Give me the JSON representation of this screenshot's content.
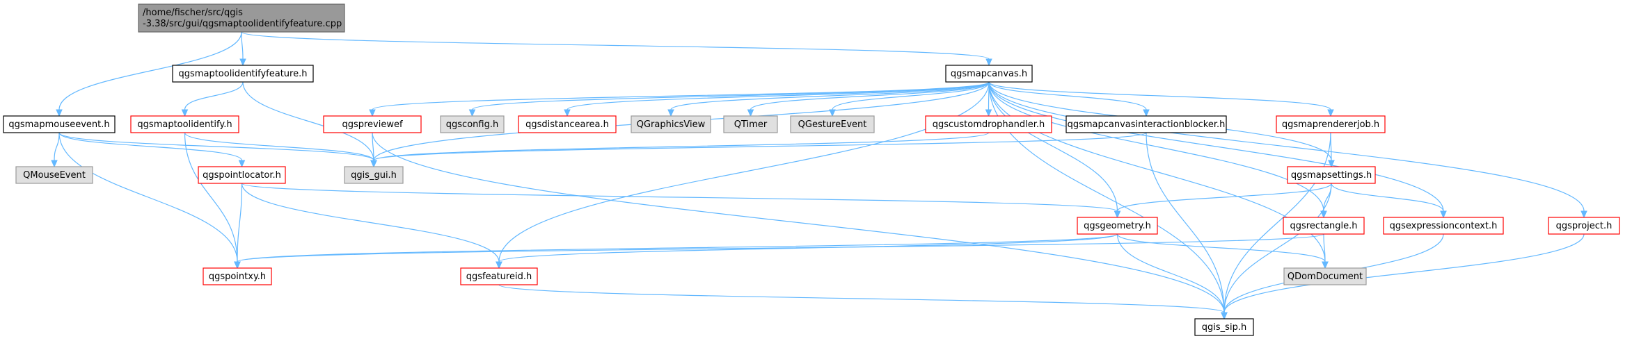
{
  "colors": {
    "root_fill": "#999999",
    "root_border": "#666666",
    "plain_border": "#000000",
    "red_border": "#ff0000",
    "external_fill": "#e0e0e0",
    "external_border": "#999999",
    "edge": "#63b8ff",
    "text": "#000000"
  },
  "nodes": [
    {
      "id": "root",
      "lines": [
        "/home/fischer/src/qgis",
        "-3.38/src/gui/qgsmaptoolidentifyfeature.cpp"
      ],
      "style": "root"
    },
    {
      "id": "qgsmaptoolidentifyfeature",
      "lines": [
        "qgsmaptoolidentifyfeature.h"
      ],
      "style": "plain"
    },
    {
      "id": "qgsmapcanvas",
      "lines": [
        "qgsmapcanvas.h"
      ],
      "style": "plain"
    },
    {
      "id": "qgsmapmouseevent",
      "lines": [
        "qgsmapmouseevent.h"
      ],
      "style": "plain"
    },
    {
      "id": "qgsmaptoolidentify",
      "lines": [
        "qgsmaptoolidentify.h"
      ],
      "style": "red"
    },
    {
      "id": "qgspreviewe",
      "lines": [
        "qgspreviewef"
      ],
      "style": "red"
    },
    {
      "id": "qgsconfig",
      "lines": [
        "qgsconfig.h"
      ],
      "style": "external"
    },
    {
      "id": "qgsdistancearea",
      "lines": [
        "qgsdistancearea.h"
      ],
      "style": "red"
    },
    {
      "id": "QGraphicsView",
      "lines": [
        "QGraphicsView"
      ],
      "style": "external"
    },
    {
      "id": "QTimer",
      "lines": [
        "QTimer"
      ],
      "style": "external"
    },
    {
      "id": "QGestureEvent",
      "lines": [
        "QGestureEvent"
      ],
      "style": "external"
    },
    {
      "id": "qgscustomdrophandler",
      "lines": [
        "qgscustomdrophandler.h"
      ],
      "style": "red"
    },
    {
      "id": "qgsmapcanvasinteractionblocker",
      "lines": [
        "qgsmapcanvasinteractionblocker.h"
      ],
      "style": "plain"
    },
    {
      "id": "qgsmaprendererjob",
      "lines": [
        "qgsmaprendererjob.h"
      ],
      "style": "red"
    },
    {
      "id": "QMouseEvent",
      "lines": [
        "QMouseEvent"
      ],
      "style": "external"
    },
    {
      "id": "qgis_gui",
      "lines": [
        "qgis_gui.h"
      ],
      "style": "external"
    },
    {
      "id": "qgspointlocator",
      "lines": [
        "qgspointlocator.h"
      ],
      "style": "red"
    },
    {
      "id": "qgsmapsettings",
      "lines": [
        "qgsmapsettings.h"
      ],
      "style": "red"
    },
    {
      "id": "qgsgeometry",
      "lines": [
        "qgsgeometry.h"
      ],
      "style": "red"
    },
    {
      "id": "qgsrectangle",
      "lines": [
        "qgsrectangle.h"
      ],
      "style": "red"
    },
    {
      "id": "qgsexpressioncontext",
      "lines": [
        "qgsexpressioncontext.h"
      ],
      "style": "red"
    },
    {
      "id": "qgsproject",
      "lines": [
        "qgsproject.h"
      ],
      "style": "red"
    },
    {
      "id": "qgspointxy",
      "lines": [
        "qgspointxy.h"
      ],
      "style": "red"
    },
    {
      "id": "qgsfeatureid",
      "lines": [
        "qgsfeatureid.h"
      ],
      "style": "red"
    },
    {
      "id": "QDomDocument",
      "lines": [
        "QDomDocument"
      ],
      "style": "external"
    },
    {
      "id": "qgis_sip",
      "lines": [
        "qgis_sip.h"
      ],
      "style": "plain"
    }
  ],
  "edges": [
    [
      "root",
      "qgsmaptoolidentifyfeature"
    ],
    [
      "root",
      "qgsmapcanvas"
    ],
    [
      "root",
      "qgsmapmouseevent"
    ],
    [
      "qgsmaptoolidentifyfeature",
      "qgsmaptoolidentify"
    ],
    [
      "qgsmaptoolidentifyfeature",
      "qgis_gui"
    ],
    [
      "qgsmapcanvas",
      "qgspreviewe"
    ],
    [
      "qgsmapcanvas",
      "qgsconfig"
    ],
    [
      "qgsmapcanvas",
      "qgsdistancearea"
    ],
    [
      "qgsmapcanvas",
      "QGraphicsView"
    ],
    [
      "qgsmapcanvas",
      "QTimer"
    ],
    [
      "qgsmapcanvas",
      "QGestureEvent"
    ],
    [
      "qgsmapcanvas",
      "qgscustomdrophandler"
    ],
    [
      "qgsmapcanvas",
      "qgsmapcanvasinteractionblocker"
    ],
    [
      "qgsmapcanvas",
      "qgsmaprendererjob"
    ],
    [
      "qgsmapcanvas",
      "qgsmapsettings"
    ],
    [
      "qgsmapcanvas",
      "qgsgeometry"
    ],
    [
      "qgsmapcanvas",
      "qgsrectangle"
    ],
    [
      "qgsmapcanvas",
      "qgsexpressioncontext"
    ],
    [
      "qgsmapcanvas",
      "qgsproject"
    ],
    [
      "qgsmapcanvas",
      "QDomDocument"
    ],
    [
      "qgsmapcanvas",
      "qgis_sip"
    ],
    [
      "qgsmapcanvas",
      "qgis_gui"
    ],
    [
      "qgsmapcanvas",
      "qgsfeatureid"
    ],
    [
      "qgsmapmouseevent",
      "QMouseEvent"
    ],
    [
      "qgsmapmouseevent",
      "qgis_gui"
    ],
    [
      "qgsmapmouseevent",
      "qgspointlocator"
    ],
    [
      "qgsmapmouseevent",
      "qgspointxy"
    ],
    [
      "qgsmaptoolidentify",
      "qgis_gui"
    ],
    [
      "qgsmaptoolidentify",
      "qgspointxy"
    ],
    [
      "qgspreviewe",
      "qgis_gui"
    ],
    [
      "qgspreviewe",
      "qgis_sip"
    ],
    [
      "qgscustomdrophandler",
      "qgis_gui"
    ],
    [
      "qgsmapcanvasinteractionblocker",
      "qgis_gui"
    ],
    [
      "qgsmapcanvasinteractionblocker",
      "qgis_sip"
    ],
    [
      "qgsmaprendererjob",
      "qgsmapsettings"
    ],
    [
      "qgsmaprendererjob",
      "qgis_sip"
    ],
    [
      "qgspointlocator",
      "qgspointxy"
    ],
    [
      "qgspointlocator",
      "qgsgeometry"
    ],
    [
      "qgspointlocator",
      "qgsfeatureid"
    ],
    [
      "qgsmapsettings",
      "qgsgeometry"
    ],
    [
      "qgsmapsettings",
      "qgsrectangle"
    ],
    [
      "qgsmapsettings",
      "qgsexpressioncontext"
    ],
    [
      "qgsmapsettings",
      "qgis_sip"
    ],
    [
      "qgsgeometry",
      "qgspointxy"
    ],
    [
      "qgsgeometry",
      "qgsfeatureid"
    ],
    [
      "qgsgeometry",
      "QDomDocument"
    ],
    [
      "qgsgeometry",
      "qgis_sip"
    ],
    [
      "qgsrectangle",
      "QDomDocument"
    ],
    [
      "qgsrectangle",
      "qgspointxy"
    ],
    [
      "qgsexpressioncontext",
      "qgis_sip"
    ],
    [
      "qgsproject",
      "qgis_sip"
    ],
    [
      "qgsfeatureid",
      "qgis_sip"
    ]
  ]
}
